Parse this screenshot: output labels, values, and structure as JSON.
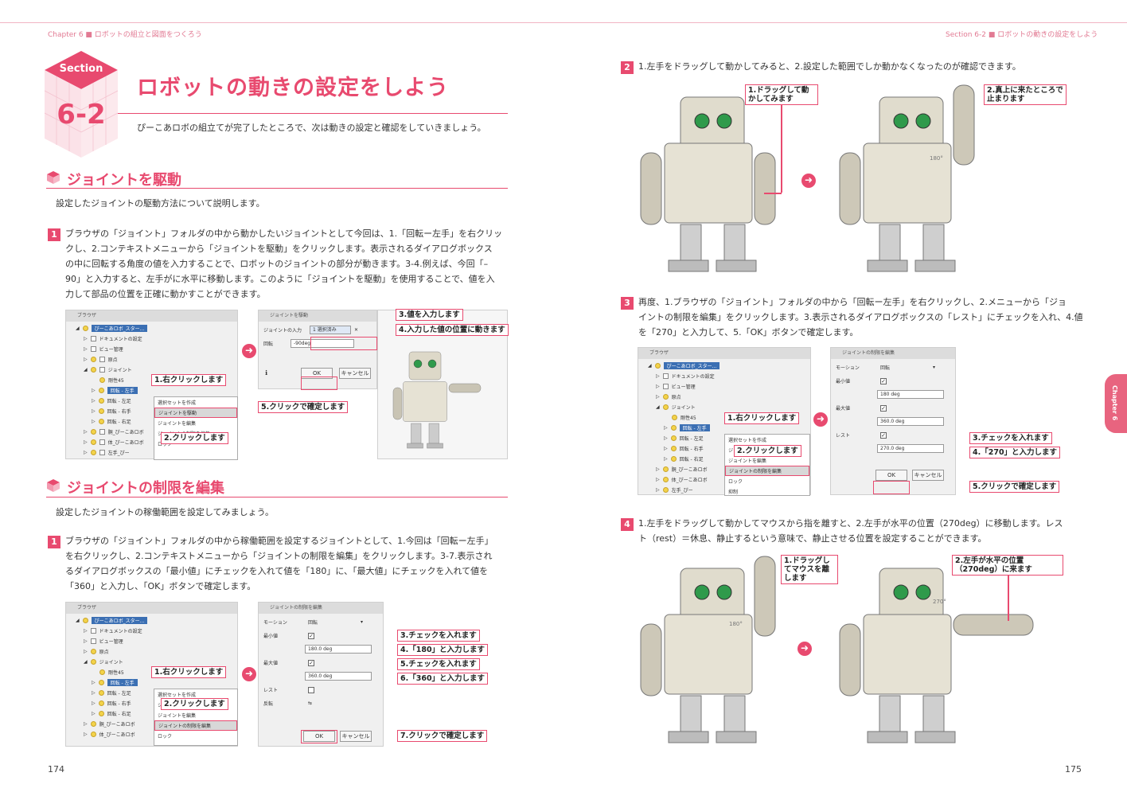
{
  "header": {
    "left_chapter": "Chapter 6 ■ ロボットの組立と図面をつくろう",
    "right_chapter": "Section 6-2 ■ ロボットの動きの設定をしよう"
  },
  "section": {
    "label": "Section",
    "number": "6-2",
    "title": "ロボットの動きの設定をしよう",
    "subtitle": "ぴーこあロボの組立てが完了したところで、次は動きの設定と確認をしていきましょう。"
  },
  "h1": {
    "title": "ジョイントを駆動",
    "intro": "設定したジョイントの駆動方法について説明します。",
    "step1_lines": [
      "ブラウザの「ジョイント」フォルダの中から動かしたいジョイントとして今回は、1.「回転ー左手」を右クリッ",
      "クし、2.コンテキストメニューから「ジョイントを駆動」をクリックします。表示されるダイアログボックス",
      "の中に回転する角度の値を入力することで、ロボットのジョイントの部分が動きます。3-4.例えば、今回「–",
      "90」と入力すると、左手がに水平に移動します。このように「ジョイントを駆動」を使用することで、値を入",
      "力して部品の位置を正確に動かすことができます。"
    ]
  },
  "h2": {
    "title": "ジョイントの制限を編集",
    "intro": "設定したジョイントの稼働範囲を設定してみましょう。",
    "step1_lines": [
      "ブラウザの「ジョイント」フォルダの中から稼働範囲を設定するジョイントとして、1.今回は「回転ー左手」",
      "を右クリックし、2.コンテキストメニューから「ジョイントの制限を編集」をクリックします。3-7.表示され",
      "るダイアログボックスの「最小値」にチェックを入れて値を「180」に、「最大値」にチェックを入れて値を",
      "「360」と入力し、「OK」ボタンで確定します。"
    ]
  },
  "right": {
    "step2": "1.左手をドラッグして動かしてみると、2.設定した範囲でしか動かなくなったのが確認できます。",
    "step3_lines": [
      "再度、1.ブラウザの「ジョイント」フォルダの中から「回転ー左手」を右クリックし、2.メニューから「ジョ",
      "イントの制限を編集」をクリックします。3.表示されるダイアログボックスの「レスト」にチェックを入れ、4.値",
      "を「270」と入力して、5.「OK」ボタンで確定します。"
    ],
    "step4_lines": [
      "1.左手をドラッグして動かしてマウスから指を離すと、2.左手が水平の位置（270deg）に移動します。レス",
      "ト（rest）＝休息、静止するという意味で、静止させる位置を設定することができます。"
    ]
  },
  "browser": {
    "title": "ブラウザ",
    "root": "ぴーこあロボ_スター...",
    "doc_settings": "ドキュメントの設定",
    "view": "ビュー管理",
    "origin": "原点",
    "joints": "ジョイント",
    "joint45": "剛性45",
    "rot_left": "回転 - 左手",
    "rot_leftfoot": "回転 - 左足",
    "rot_right": "回転 - 右手",
    "rot_rightfoot": "回転 - 右足",
    "comp1": "胴_ぴーこあロボ",
    "comp2": "体_ぴーこあロボ",
    "comp3": "左手_ぴー",
    "ctx_select": "選択セットを作成",
    "ctx_drive": "ジョイントを駆動",
    "ctx_edit": "ジョイントを編集",
    "ctx_limits": "ジョイントの制限を編集",
    "ctx_lock": "ロック",
    "ctx_suppress": "抑制"
  },
  "drive_dialog": {
    "title": "ジョイントを駆動",
    "input_label": "ジョイントの入力",
    "input_value": "1 選択済み",
    "rotation_label": "回転",
    "rotation_value": "-90deg",
    "ok": "OK",
    "cancel": "キャンセル"
  },
  "limits_dialog": {
    "title": "ジョイントの制限を編集",
    "motion_label": "モーション",
    "motion_value": "回転",
    "min_label": "最小値",
    "min_value": "180.0 deg",
    "min_value_alt": "180 deg",
    "max_label": "最大値",
    "max_value": "360.0 deg",
    "rest_label": "レスト",
    "rest_value": "270.0 deg",
    "reverse_label": "反転",
    "ok": "OK",
    "cancel": "キャンセル"
  },
  "callouts": {
    "c1_rightclick": "1.右クリックします",
    "c1_click": "2.クリックします",
    "c1_value": "3.値を入力します",
    "c1_moves": "4.入力した値の位置に動きます",
    "c1_ok": "5.クリックで確定します",
    "c2_check3": "3.チェックを入れます",
    "c2_180": "4.「180」と入力します",
    "c2_check5": "5.チェックを入れます",
    "c2_360": "6.「360」と入力します",
    "c2_ok": "7.クリックで確定します",
    "r2_drag": "1.ドラッグして動かしてみます",
    "r2_stop": "2.真上に来たところで止まります",
    "r3_check": "3.チェックを入れます",
    "r3_270": "4.「270」と入力します",
    "r3_ok": "5.クリックで確定します",
    "r4_drag": "1.ドラッグしてマウスを離します",
    "r4_horizontal": "2.左手が水平の位置（270deg）に来ます"
  },
  "labels": {
    "deg180": "180°",
    "deg270": "270°"
  },
  "page_left": "174",
  "page_right": "175",
  "side_tab": "Chapter 6"
}
